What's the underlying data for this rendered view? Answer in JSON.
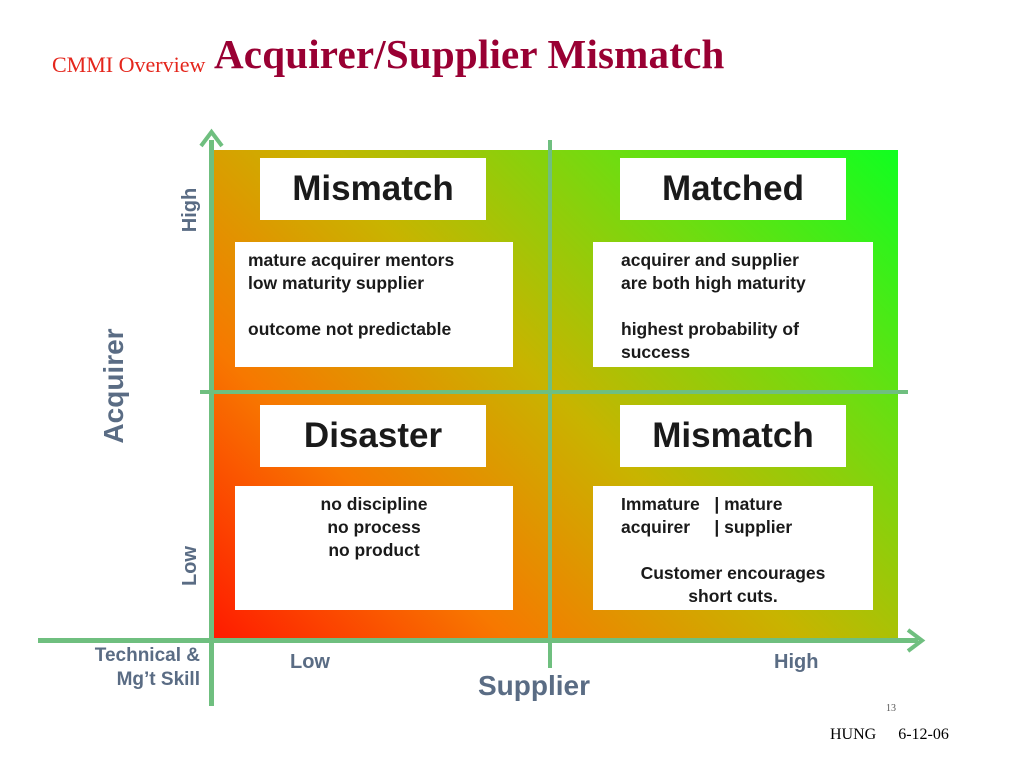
{
  "header": {
    "section_label": "CMMI Overview",
    "title": "Acquirer/Supplier Mismatch"
  },
  "diagram": {
    "y_axis": {
      "label": "Acquirer",
      "high": "High",
      "low": "Low"
    },
    "x_axis": {
      "label": "Supplier",
      "low": "Low",
      "high": "High",
      "corner_label_line1": "Technical &",
      "corner_label_line2": "Mg’t Skill"
    },
    "quadrants": {
      "top_left": {
        "heading": "Mismatch",
        "lines": [
          "mature acquirer mentors",
          "low maturity supplier",
          "outcome not predictable"
        ]
      },
      "top_right": {
        "heading": "Matched",
        "lines": [
          "acquirer and supplier",
          "are both high maturity",
          "highest probability of",
          "success"
        ]
      },
      "bottom_left": {
        "heading": "Disaster",
        "lines": [
          "no discipline",
          "no process",
          "no product"
        ]
      },
      "bottom_right": {
        "heading": "Mismatch",
        "lines": [
          "Immature   | mature",
          "acquirer     | supplier",
          "Customer encourages",
          "short cuts."
        ]
      }
    },
    "colors": {
      "low_corner": "#ff1a00",
      "high_corner": "#10ff20",
      "axis": "#6fbf7f",
      "axis_text": "#5a6c84",
      "title": "#990033",
      "section": "#e4261c"
    }
  },
  "footer": {
    "page_mark": "13",
    "author": "HUNG",
    "date": "6-12-06"
  }
}
